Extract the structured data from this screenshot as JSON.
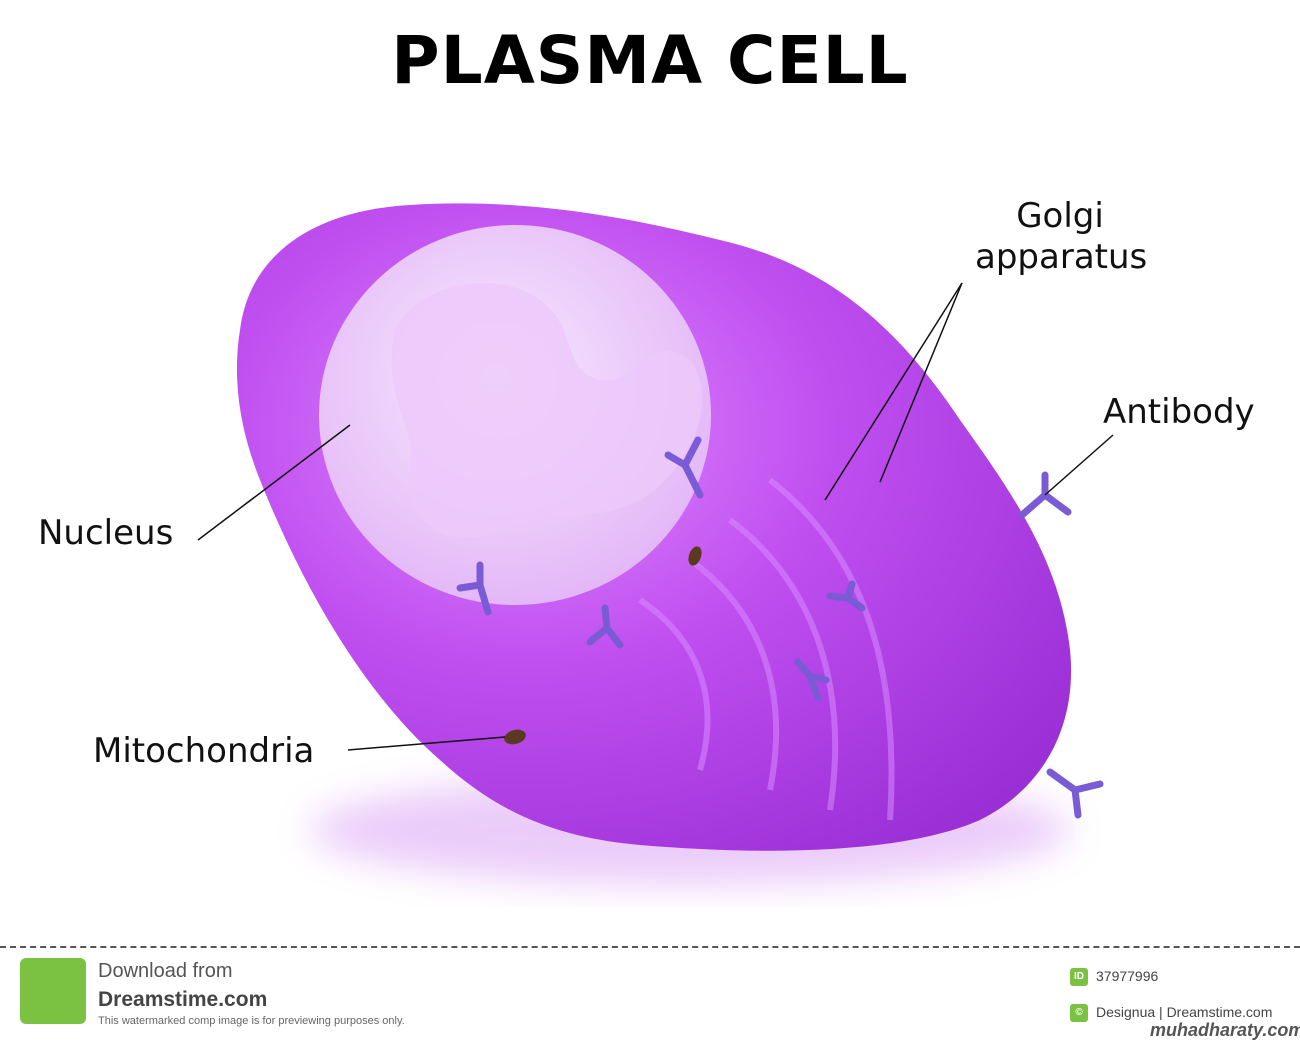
{
  "title": "PLASMA CELL",
  "labels": {
    "golgi": [
      "Golgi",
      "apparatus"
    ],
    "antibody": "Antibody",
    "nucleus": "Nucleus",
    "mitochondria": "Mitochondria"
  },
  "colors": {
    "cell_body": "#b13be6",
    "cell_highlight": "#e08cff",
    "nucleus": "#f3d9ff",
    "chromatin": "#e6c1f5",
    "antibody": "#7a5bd6",
    "mitochondria": "#5a3a1e",
    "footer_accent": "#7cc242"
  },
  "footer": {
    "download_text": "Download from",
    "brand": "Dreamstime.com",
    "note": "This watermarked comp image is for previewing purposes only.",
    "id_badge": "ID",
    "image_id": "37977996",
    "credit": "Designua | Dreamstime.com",
    "site_mark": "muhadharaty.com"
  }
}
